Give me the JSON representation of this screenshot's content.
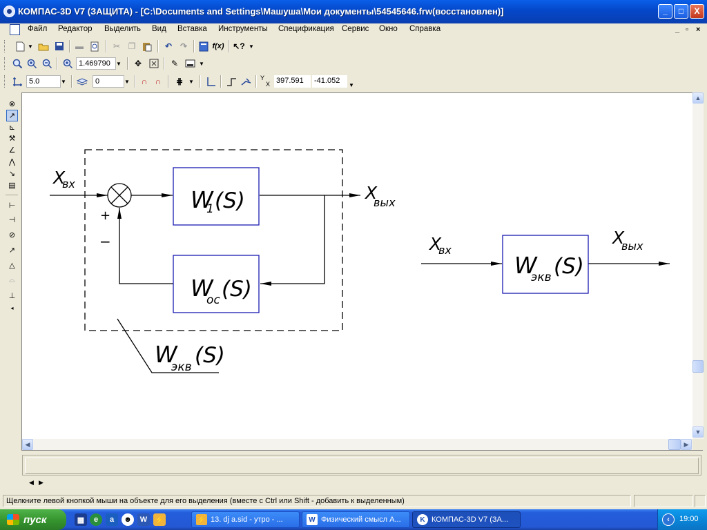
{
  "window": {
    "title": "КОМПАС-3D V7 (ЗАЩИТА) - [C:\\Documents and Settings\\Машуша\\Мои документы\\54545646.frw(восстановлен)]",
    "title_bar_color": "#0a5fe8",
    "controls": {
      "minimize": "_",
      "maximize": "□",
      "close": "X"
    }
  },
  "menu": {
    "items": [
      "Файл",
      "Редактор",
      "Выделить",
      "Вид",
      "Вставка",
      "Инструменты",
      "Спецификация",
      "Сервис",
      "Окно",
      "Справка"
    ],
    "mdi_controls": {
      "minimize": "_",
      "restore": "▫",
      "close": "×"
    }
  },
  "toolbar_view": {
    "zoom_value": "1.469790"
  },
  "toolbar_current_state": {
    "step_value": "5.0",
    "layer_value": "0",
    "x_label": "X",
    "y_label": "Y",
    "coord_x": "397.591",
    "coord_y": "-41.052"
  },
  "drawing": {
    "left_diagram": {
      "input_base": "X",
      "input_sub": "вх",
      "output_base": "X",
      "output_sub": "вых",
      "plus_sign": "+",
      "minus_sign": "−",
      "forward_block": {
        "base": "W",
        "sub": "1",
        "arg": "(S)"
      },
      "feedback_block": {
        "base": "W",
        "sub": "ос",
        "arg": "(S)"
      },
      "equivalent_label": {
        "base": "W",
        "sub": "экв",
        "arg": "(S)"
      }
    },
    "right_diagram": {
      "input_base": "X",
      "input_sub": "вх",
      "output_base": "X",
      "output_sub": "вых",
      "block": {
        "base": "W",
        "sub": "экв",
        "arg": "(S)"
      }
    },
    "block_border_color": "#1a1ab0"
  },
  "status": {
    "text": "Щелкните левой кнопкой мыши на объекте для его выделения (вместе с Ctrl или Shift - добавить к выделенным)"
  },
  "taskbar": {
    "start_label": "пуск",
    "tasks": [
      {
        "label": "13. dj a.sid - утро - ...",
        "icon": "winamp-icon"
      },
      {
        "label": "Физический смысл А...",
        "icon": "word-icon"
      },
      {
        "label": "КОМПАС-3D V7 (ЗА...",
        "icon": "kompas-icon"
      }
    ],
    "clock": "19:00",
    "quicklaunch": {
      "word_letter": "W",
      "a_letter": "a"
    }
  }
}
